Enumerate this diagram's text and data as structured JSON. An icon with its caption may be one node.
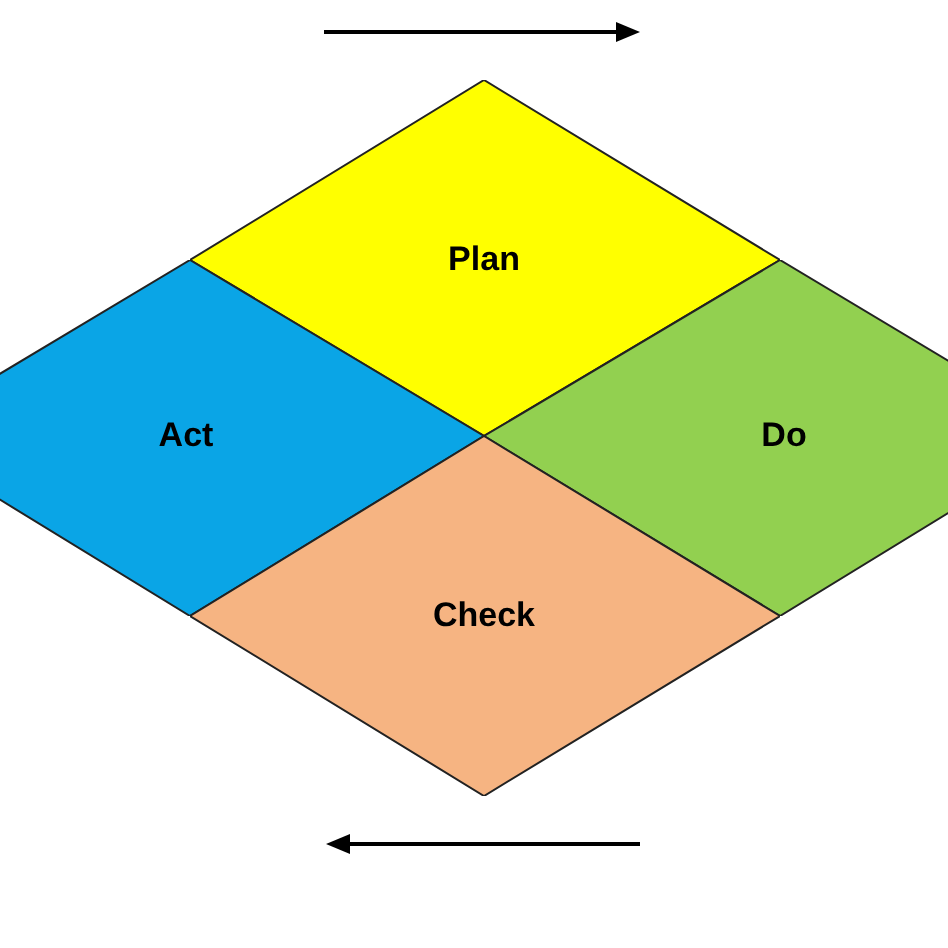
{
  "diagram": {
    "nodes": [
      {
        "text": [
          "Plan"
        ]
      },
      {
        "text": [
          "Act"
        ]
      },
      {
        "text": [
          "Do"
        ]
      },
      {
        "text": [
          "Check"
        ]
      }
    ]
  }
}
